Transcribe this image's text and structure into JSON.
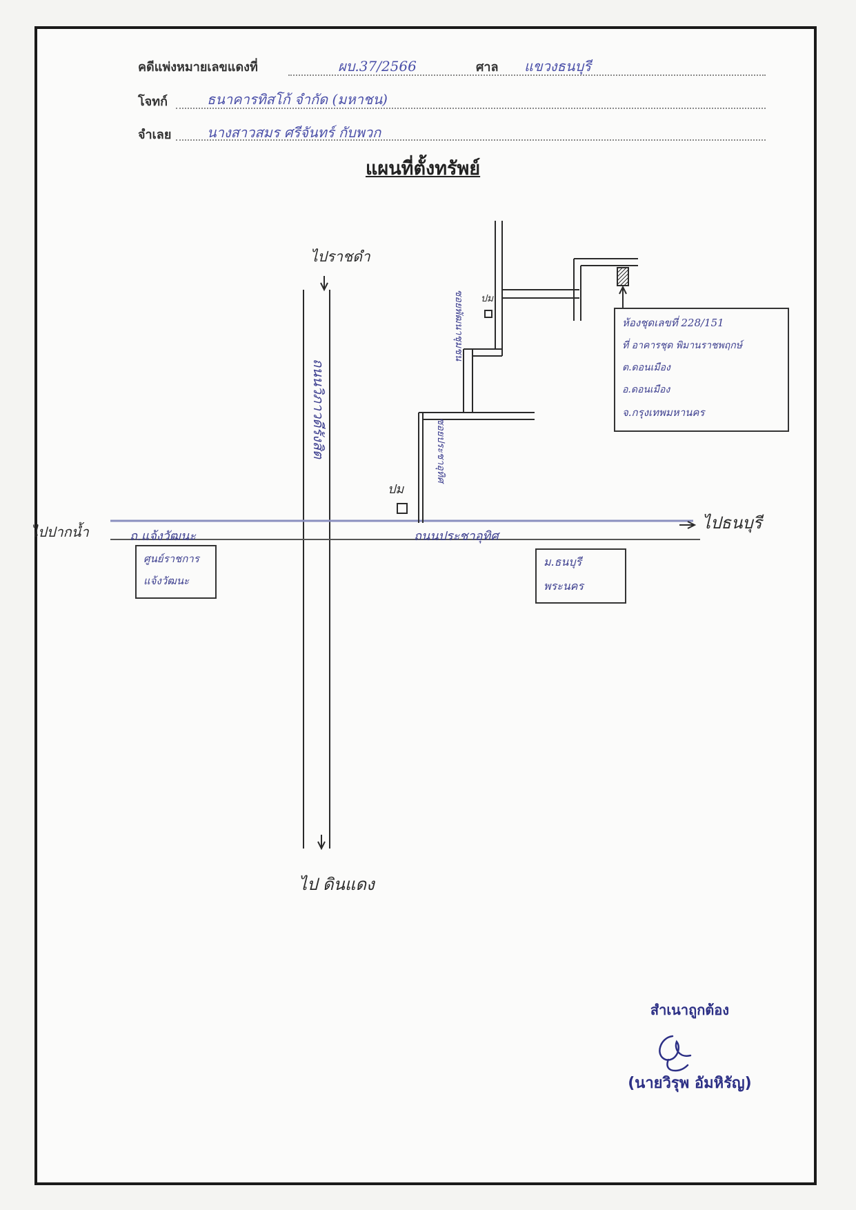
{
  "header": {
    "case_label": "คดีแพ่งหมายเลขแดงที่",
    "case_number": "ผบ.37/2566",
    "court_label": "ศาล",
    "court_name": "แขวงธนบุรี",
    "plaintiff_label": "โจทก์",
    "plaintiff": "ธนาคารทิสโก้ จำกัด (มหาชน)",
    "defendant_label": "จำเลย",
    "defendant": "นางสาวสมร ศรีจันทร์ กับพวก"
  },
  "title": "แผนที่ตั้งทรัพย์",
  "map": {
    "north_dest": "ไปราชดำ",
    "south_dest": "ไป ดินแดง",
    "west_dest": "ไปปากน้ำ",
    "east_dest": "ไปธนบุรี",
    "vertical_road": "ถนนวิภาวดีรังสิต",
    "horizontal_road_west": "ถ.แจ้งวัฒนะ",
    "horizontal_road_east": "ถนนประชาอุทิศ",
    "soi_lower": "ซอยประชาอุทิศ",
    "soi_upper": "ซอยพัฒนาชุมชน",
    "marker_lower": "ปม",
    "marker_upper": "ปม",
    "landmark_west": [
      "ศูนย์ราชการ",
      "แจ้งวัฒนะ"
    ],
    "landmark_east": [
      "ม.ธนบุรี",
      "พระนคร"
    ],
    "property": [
      "ห้องชุดเลขที่ 228/151",
      "ที่ อาคารชุด พิมานราชพฤกษ์",
      "ต.ดอนเมือง",
      "อ.ดอนเมือง",
      "จ.กรุงเทพมหานคร"
    ]
  },
  "certification": {
    "note": "สำเนาถูกต้อง",
    "name": "(นายวิรุพ อัมหิรัญ)"
  }
}
